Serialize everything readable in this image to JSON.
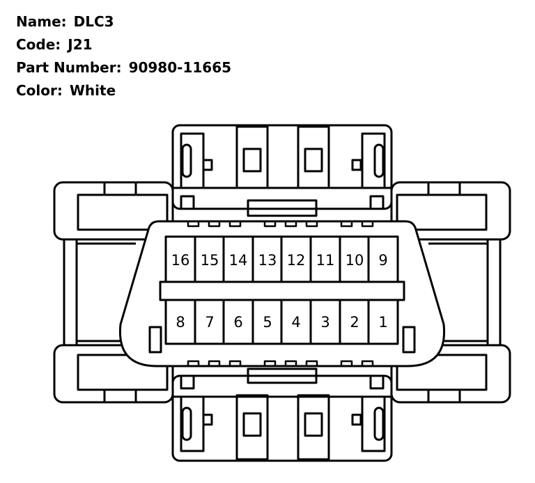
{
  "info": {
    "name_label": "Name:",
    "name_value": "DLC3",
    "code_label": "Code:",
    "code_value": "J21",
    "part_label": "Part Number:",
    "part_value": "90980-11665",
    "color_label": "Color:",
    "color_value": "White"
  },
  "connector": {
    "top_row_pins": [
      "16",
      "15",
      "14",
      "13",
      "12",
      "11",
      "10",
      "9"
    ],
    "bottom_row_pins": [
      "8",
      "7",
      "6",
      "5",
      "4",
      "3",
      "2",
      "1"
    ]
  }
}
